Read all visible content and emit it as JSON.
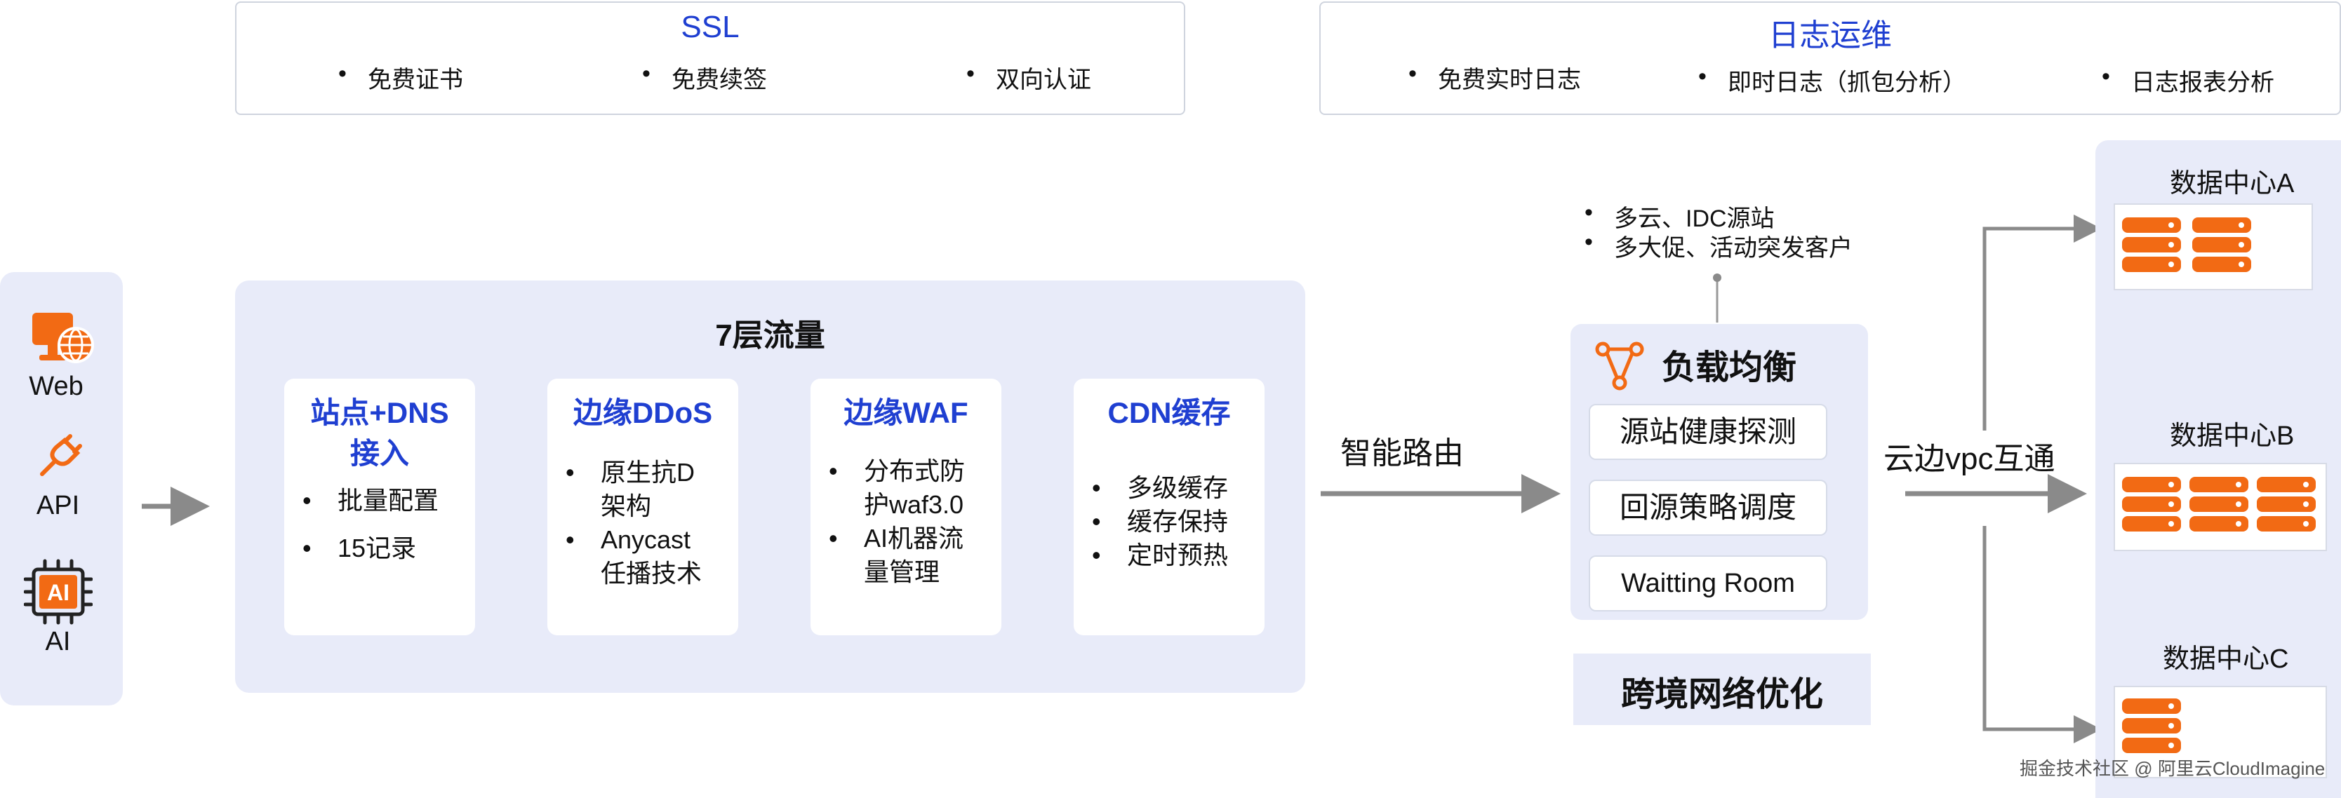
{
  "ssl": {
    "title": "SSL",
    "items": [
      "免费证书",
      "免费续签",
      "双向认证"
    ]
  },
  "logs": {
    "title": "日志运维",
    "items": [
      "免费实时日志",
      "即时日志（抓包分析）",
      "日志报表分析"
    ]
  },
  "clients": [
    {
      "label": "Web",
      "icon": "web-globe-icon"
    },
    {
      "label": "API",
      "icon": "plug-icon"
    },
    {
      "label": "AI",
      "icon": "ai-chip-icon"
    }
  ],
  "layer7": {
    "title": "7层流量",
    "cards": [
      {
        "title": "站点+DNS\n接入",
        "items": [
          "批量配置",
          "15记录"
        ]
      },
      {
        "title": "边缘DDoS",
        "items": [
          "原生抗D\n架构",
          "Anycast\n任播技术"
        ]
      },
      {
        "title": "边缘WAF",
        "items": [
          "分布式防\n护waf3.0",
          "AI机器流\n量管理"
        ]
      },
      {
        "title": "CDN缓存",
        "items": [
          "多级缓存",
          "缓存保持",
          "定时预热"
        ]
      }
    ]
  },
  "routing_label": "智能路由",
  "origin_notes": [
    "多云、IDC源站",
    "多大促、活动突发客户"
  ],
  "load_balancer": {
    "title": "负载均衡",
    "icon": "load-balancer-icon",
    "buttons": [
      "源站健康探测",
      "回源策略调度",
      "Waitting Room"
    ]
  },
  "cross_border": "跨境网络优化",
  "vpc_label": "云边vpc互通",
  "datacenters": [
    {
      "title": "数据中心A",
      "server_columns": 2
    },
    {
      "title": "数据中心B",
      "server_columns": 3
    },
    {
      "title": "数据中心C",
      "server_columns": 1
    }
  ],
  "watermark": "掘金技术社区 @ 阿里云CloudImagine",
  "colors": {
    "accent_blue": "#1f3fd1",
    "panel_bg": "#e8ebf9",
    "server_orange": "#f26a14",
    "arrow_gray": "#8a8a8a"
  }
}
